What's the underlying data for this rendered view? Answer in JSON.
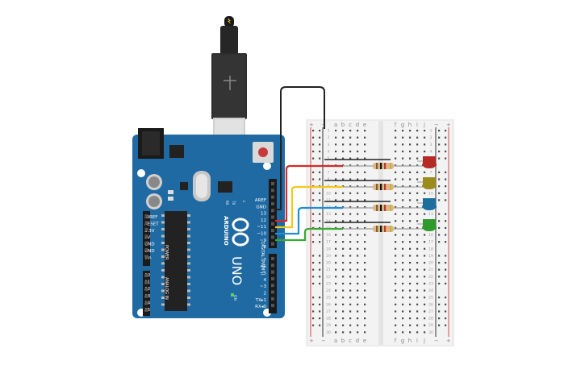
{
  "board": {
    "brand": "ARDUINO",
    "model": "UNO",
    "on_label": "ON",
    "tx_label": "TX",
    "rx_label": "RX",
    "l_label": "L",
    "power_label": "POWER",
    "analog_label": "ANALOG IN",
    "digital_label": "DIGITAL (PWM~)",
    "power_pins": [
      "IOREF",
      "RESET",
      "3.3V",
      "5V",
      "GND",
      "GND",
      "Vin"
    ],
    "analog_pins": [
      "A0",
      "A1",
      "A2",
      "A3",
      "A4",
      "A5"
    ],
    "digital_top": [
      "AREF",
      "GND",
      "13",
      "12",
      "~11",
      "~10",
      "~9",
      "8"
    ],
    "digital_bottom": [
      "7",
      "~6",
      "~5",
      "4",
      "~3",
      "2",
      "TX▸1",
      "RX◂0"
    ]
  },
  "breadboard": {
    "columns_left": [
      "a",
      "b",
      "c",
      "d",
      "e"
    ],
    "columns_right": [
      "f",
      "g",
      "h",
      "i",
      "j"
    ],
    "plus": "+",
    "minus": "−",
    "row_numbers": [
      "1",
      "2",
      "3",
      "4",
      "5",
      "6",
      "7",
      "8",
      "9",
      "10",
      "11",
      "12",
      "13",
      "14",
      "15",
      "16",
      "17",
      "18",
      "19",
      "20",
      "21",
      "22",
      "23",
      "24",
      "25",
      "26",
      "27",
      "28",
      "29",
      "30"
    ]
  },
  "colors": {
    "board_blue": "#1f6aa3",
    "wire_red": "#d42a2a",
    "wire_yellow": "#f2c81a",
    "wire_blue": "#1e8fd6",
    "wire_green": "#3aa832",
    "wire_black": "#222222",
    "led_red": "#b52a24",
    "led_yellow": "#9b8a1c",
    "led_blue": "#1b6f9e",
    "led_green": "#2e9a2e"
  }
}
